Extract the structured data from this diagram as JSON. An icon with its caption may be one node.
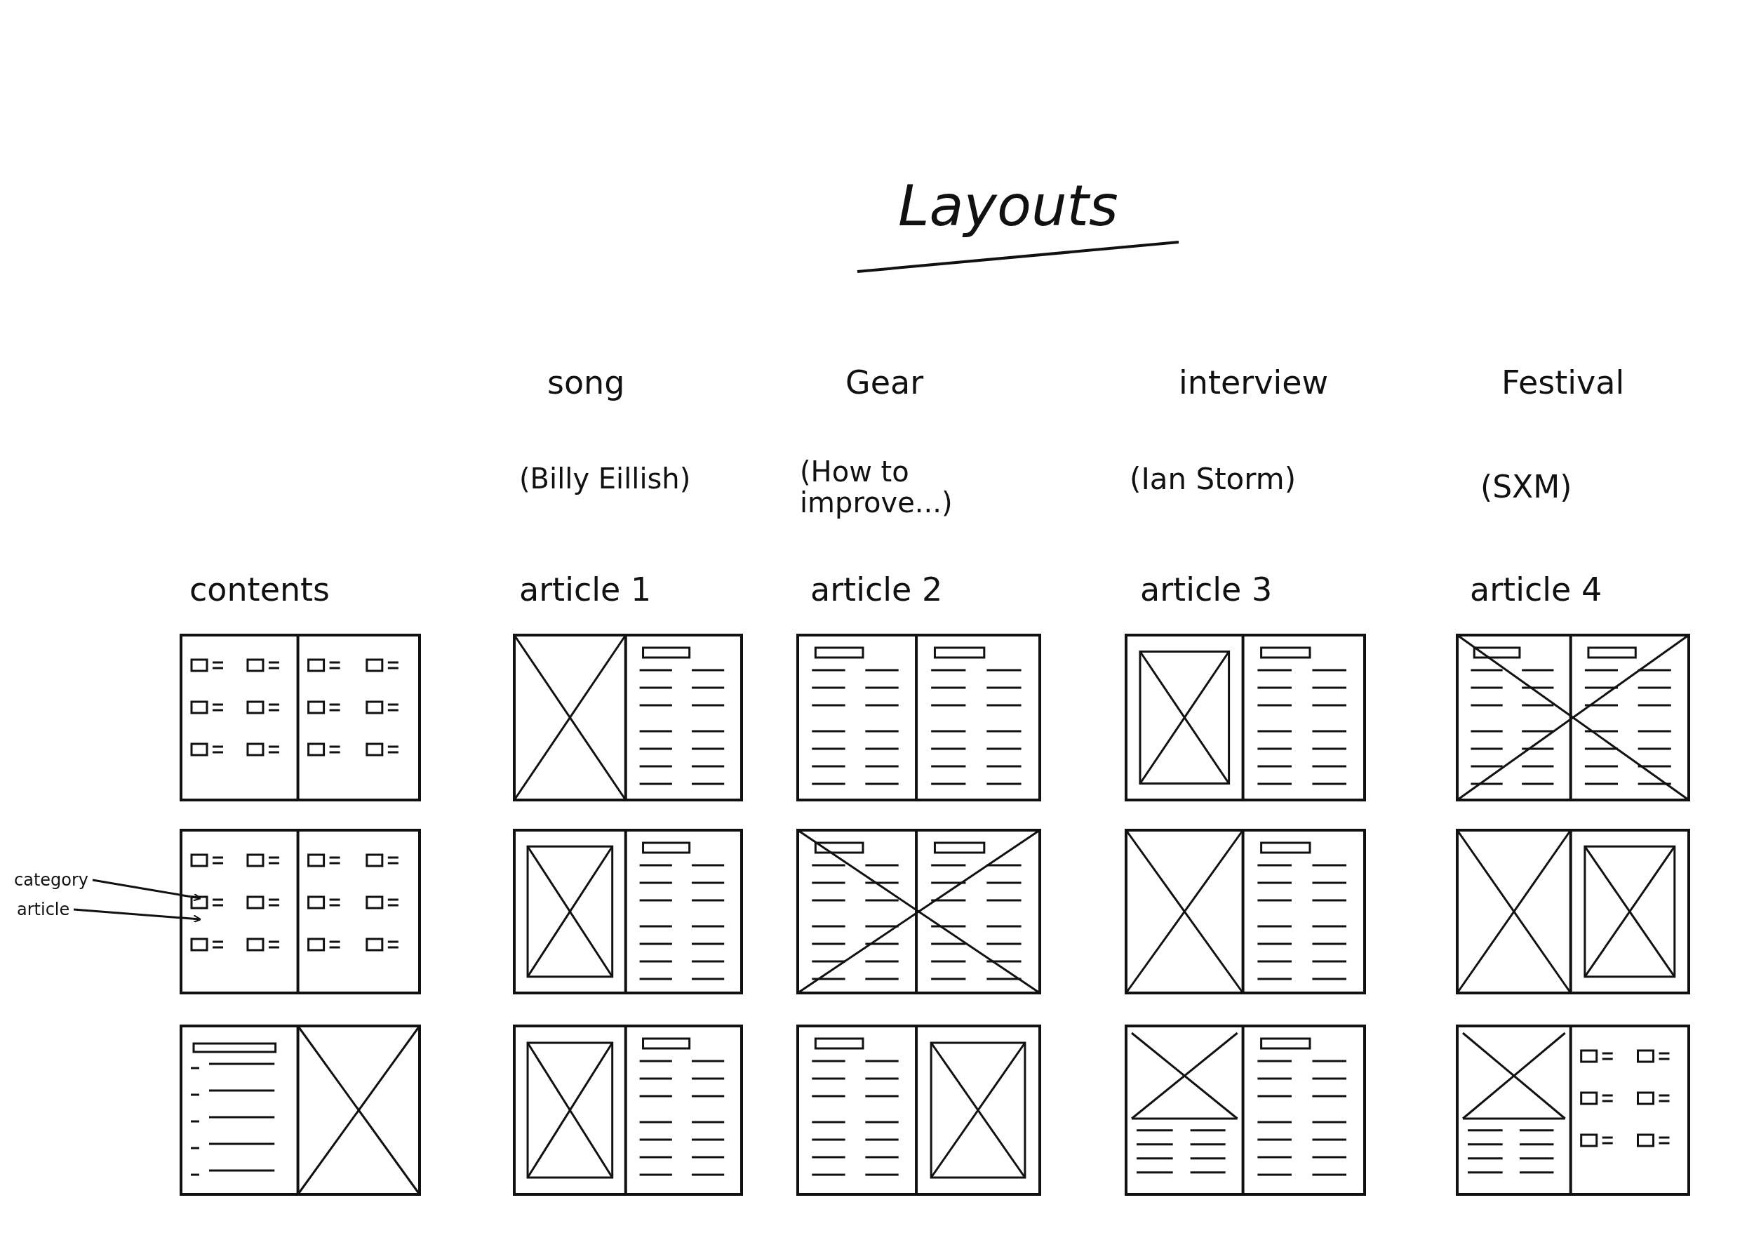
{
  "diagram": {
    "title": "Layouts",
    "nodes": [
      {
        "text": [
          "category"
        ]
      },
      {
        "text": [
          "article"
        ]
      }
    ],
    "edges": [
      {
        "from": 0,
        "to": null,
        "arrow": "to"
      },
      {
        "from": 1,
        "to": null,
        "arrow": "to"
      }
    ],
    "labels": [
      "song",
      "Gear",
      "interview",
      "Festival",
      "(Billy Eillish)",
      "(How to improve...)",
      "(Ian Storm)",
      "(SXM)",
      "contents",
      "article 1",
      "article 2",
      "article 3",
      "article 4"
    ]
  }
}
